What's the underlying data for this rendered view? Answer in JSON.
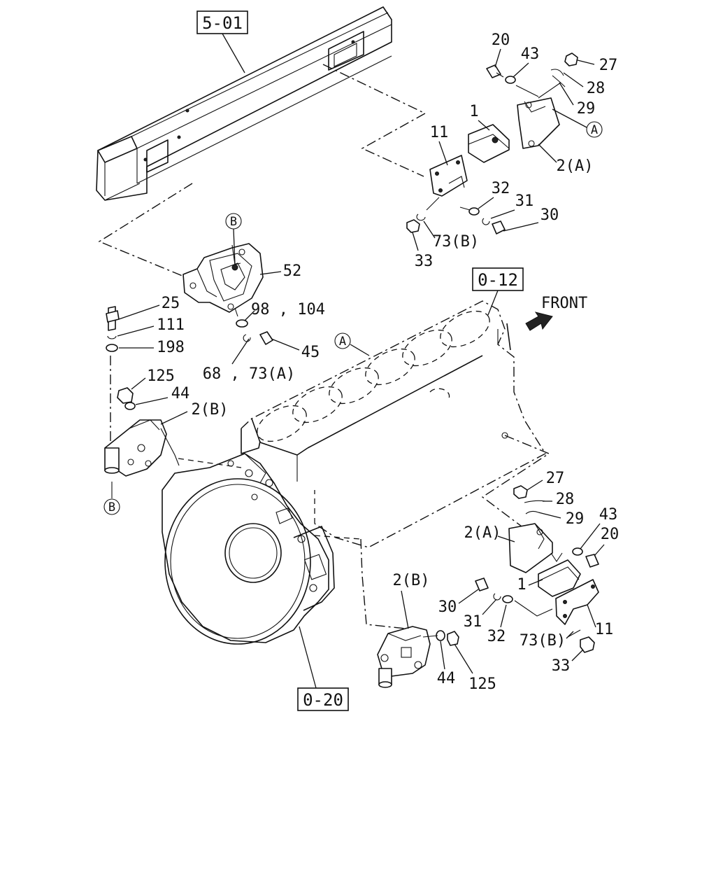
{
  "references": {
    "frame": "5-01",
    "engine": "0-12",
    "flywheel_housing": "0-20"
  },
  "direction_label": "FRONT",
  "circle_markers": {
    "a": "A",
    "b": "B"
  },
  "callouts": {
    "upper_right": {
      "p20": "20",
      "p43": "43",
      "p27": "27",
      "p28": "28",
      "p29": "29",
      "p1": "1",
      "p11": "11",
      "p2a": "2(A)",
      "p32": "32",
      "p31": "31",
      "p30": "30",
      "p73b": "73(B)",
      "p33": "33"
    },
    "left_mount": {
      "p52": "52",
      "p98_104": "98 , 104",
      "p25": "25",
      "p111": "111",
      "p198": "198",
      "p45": "45",
      "p68_73a": "68 , 73(A)",
      "p125": "125",
      "p44": "44",
      "p2b": "2(B)"
    },
    "lower_right": {
      "p27": "27",
      "p28": "28",
      "p29": "29",
      "p43": "43",
      "p20": "20",
      "p2a": "2(A)",
      "p1": "1",
      "p30": "30",
      "p31": "31",
      "p32": "32",
      "p11": "11",
      "p73b": "73(B)",
      "p33": "33"
    },
    "lower_mount": {
      "p2b": "2(B)",
      "p44": "44",
      "p125": "125"
    }
  }
}
